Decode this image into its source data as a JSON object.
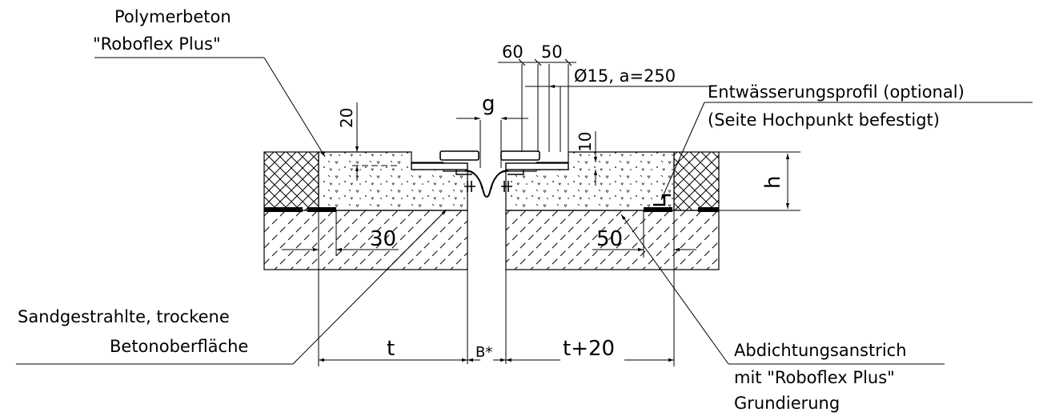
{
  "labels": {
    "polymer_line1": "Polymerbeton",
    "polymer_line2": "\"Roboflex Plus\"",
    "dim_60": "60",
    "dim_50_top": "50",
    "anchor_spec": "Ø15, a=250",
    "drain_line1": "Entwässerungsprofil (optional)",
    "drain_line2": "(Seite Hochpunkt befestigt)",
    "gap_g": "g",
    "dim_20": "20",
    "dim_10": "10",
    "height_h": "h",
    "dim_30": "30",
    "dim_50_right": "50",
    "sand_line1": "Sandgestrahlte, trockene",
    "sand_line2": "Betonoberfläche",
    "dim_t": "t",
    "dim_b": "B*",
    "dim_t20": "t+20",
    "seal_line1": "Abdichtungsanstrich",
    "seal_line2": "mit \"Roboflex Plus\"",
    "seal_line3": "Grundierung"
  },
  "colors": {
    "line": "#000000",
    "background": "#ffffff"
  }
}
